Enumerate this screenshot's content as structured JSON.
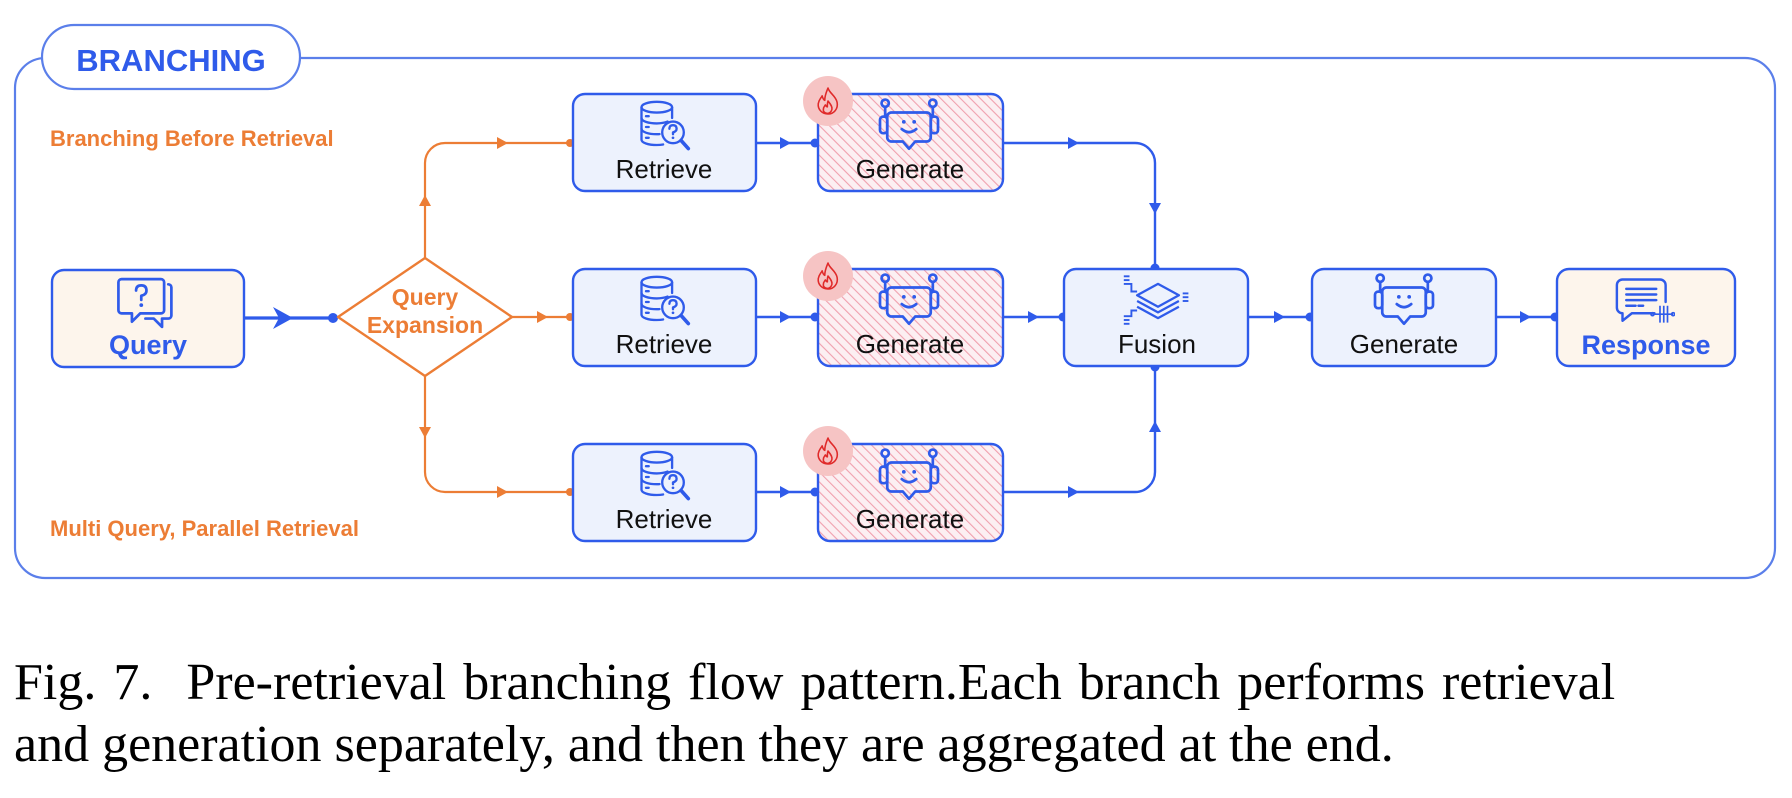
{
  "frame": {
    "title": "BRANCHING",
    "label_top": "Branching Before Retrieval",
    "label_bottom": "Multi Query, Parallel Retrieval"
  },
  "colors": {
    "blue": "#2F5BEA",
    "frame_blue": "#5B7FEA",
    "orange": "#EC7D35",
    "node_fill": "#EDF2FD",
    "io_fill": "#FDF5EC",
    "hatch": "#F0A0AE",
    "fire_bg": "#F6C4C4",
    "fire_stroke": "#E02A2A"
  },
  "nodes": {
    "query": {
      "label": "Query",
      "icon": "question-chat-icon"
    },
    "expansion": {
      "line1": "Query",
      "line2": "Expansion"
    },
    "branches": [
      {
        "retrieve": "Retrieve",
        "generate": "Generate",
        "trainable": true
      },
      {
        "retrieve": "Retrieve",
        "generate": "Generate",
        "trainable": true
      },
      {
        "retrieve": "Retrieve",
        "generate": "Generate",
        "trainable": true
      }
    ],
    "fusion": {
      "label": "Fusion",
      "icon": "layers-icon"
    },
    "final_generate": {
      "label": "Generate",
      "icon": "robot-chat-icon"
    },
    "response": {
      "label": "Response",
      "icon": "response-chat-icon"
    }
  },
  "caption": {
    "line1": "Fig. 7.  Pre-retrieval branching flow pattern.Each branch performs retrieval",
    "line2": "and generation separately, and then they are aggregated at the end."
  }
}
